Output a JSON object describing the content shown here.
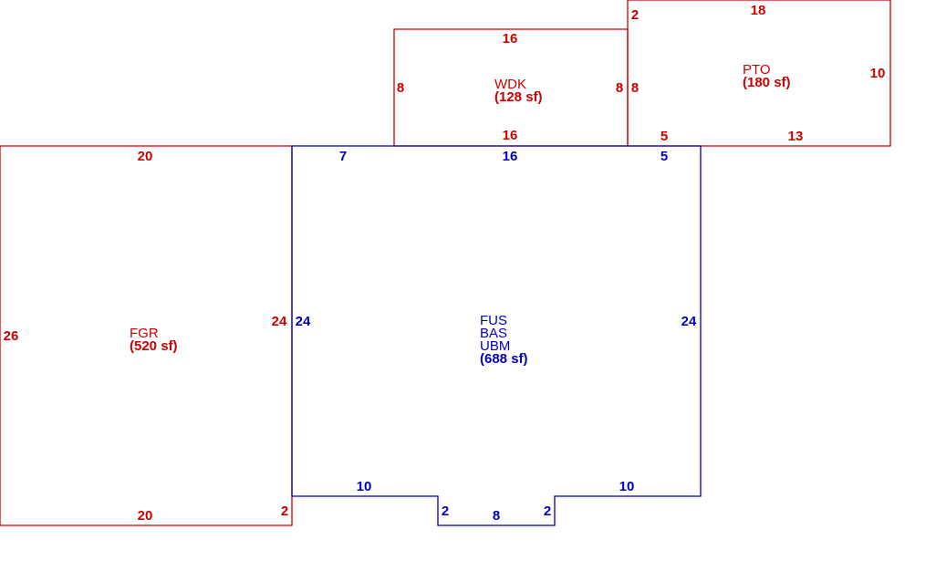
{
  "colors": {
    "red": "#cc0000",
    "blue": "#0000bb"
  },
  "areas": {
    "wdk": {
      "code": "WDK",
      "size": "(128 sf)",
      "color": "red"
    },
    "pto": {
      "code": "PTO",
      "size": "(180 sf)",
      "color": "red"
    },
    "fgr": {
      "code": "FGR",
      "size": "(520 sf)",
      "color": "red"
    },
    "main": {
      "codes": [
        "FUS",
        "BAS",
        "UBM"
      ],
      "size": "(688 sf)",
      "color": "blue"
    }
  },
  "dimensions": {
    "wdk_top": "16",
    "wdk_left": "8",
    "wdk_right": "8",
    "wdk_bottom": "16",
    "pto_notch": "2",
    "pto_top": "18",
    "pto_left": "8",
    "pto_right": "10",
    "pto_bottom_left": "5",
    "pto_bottom_right": "13",
    "fgr_top": "20",
    "fgr_left": "26",
    "fgr_right": "24",
    "fgr_bottom": "20",
    "fgr_notch": "2",
    "main_top_left": "7",
    "main_top_mid": "16",
    "main_top_right": "5",
    "main_left": "24",
    "main_right": "24",
    "main_bottom_left": "10",
    "main_bottom_right": "10",
    "main_step_left": "2",
    "main_step_bottom": "8",
    "main_step_right": "2"
  }
}
